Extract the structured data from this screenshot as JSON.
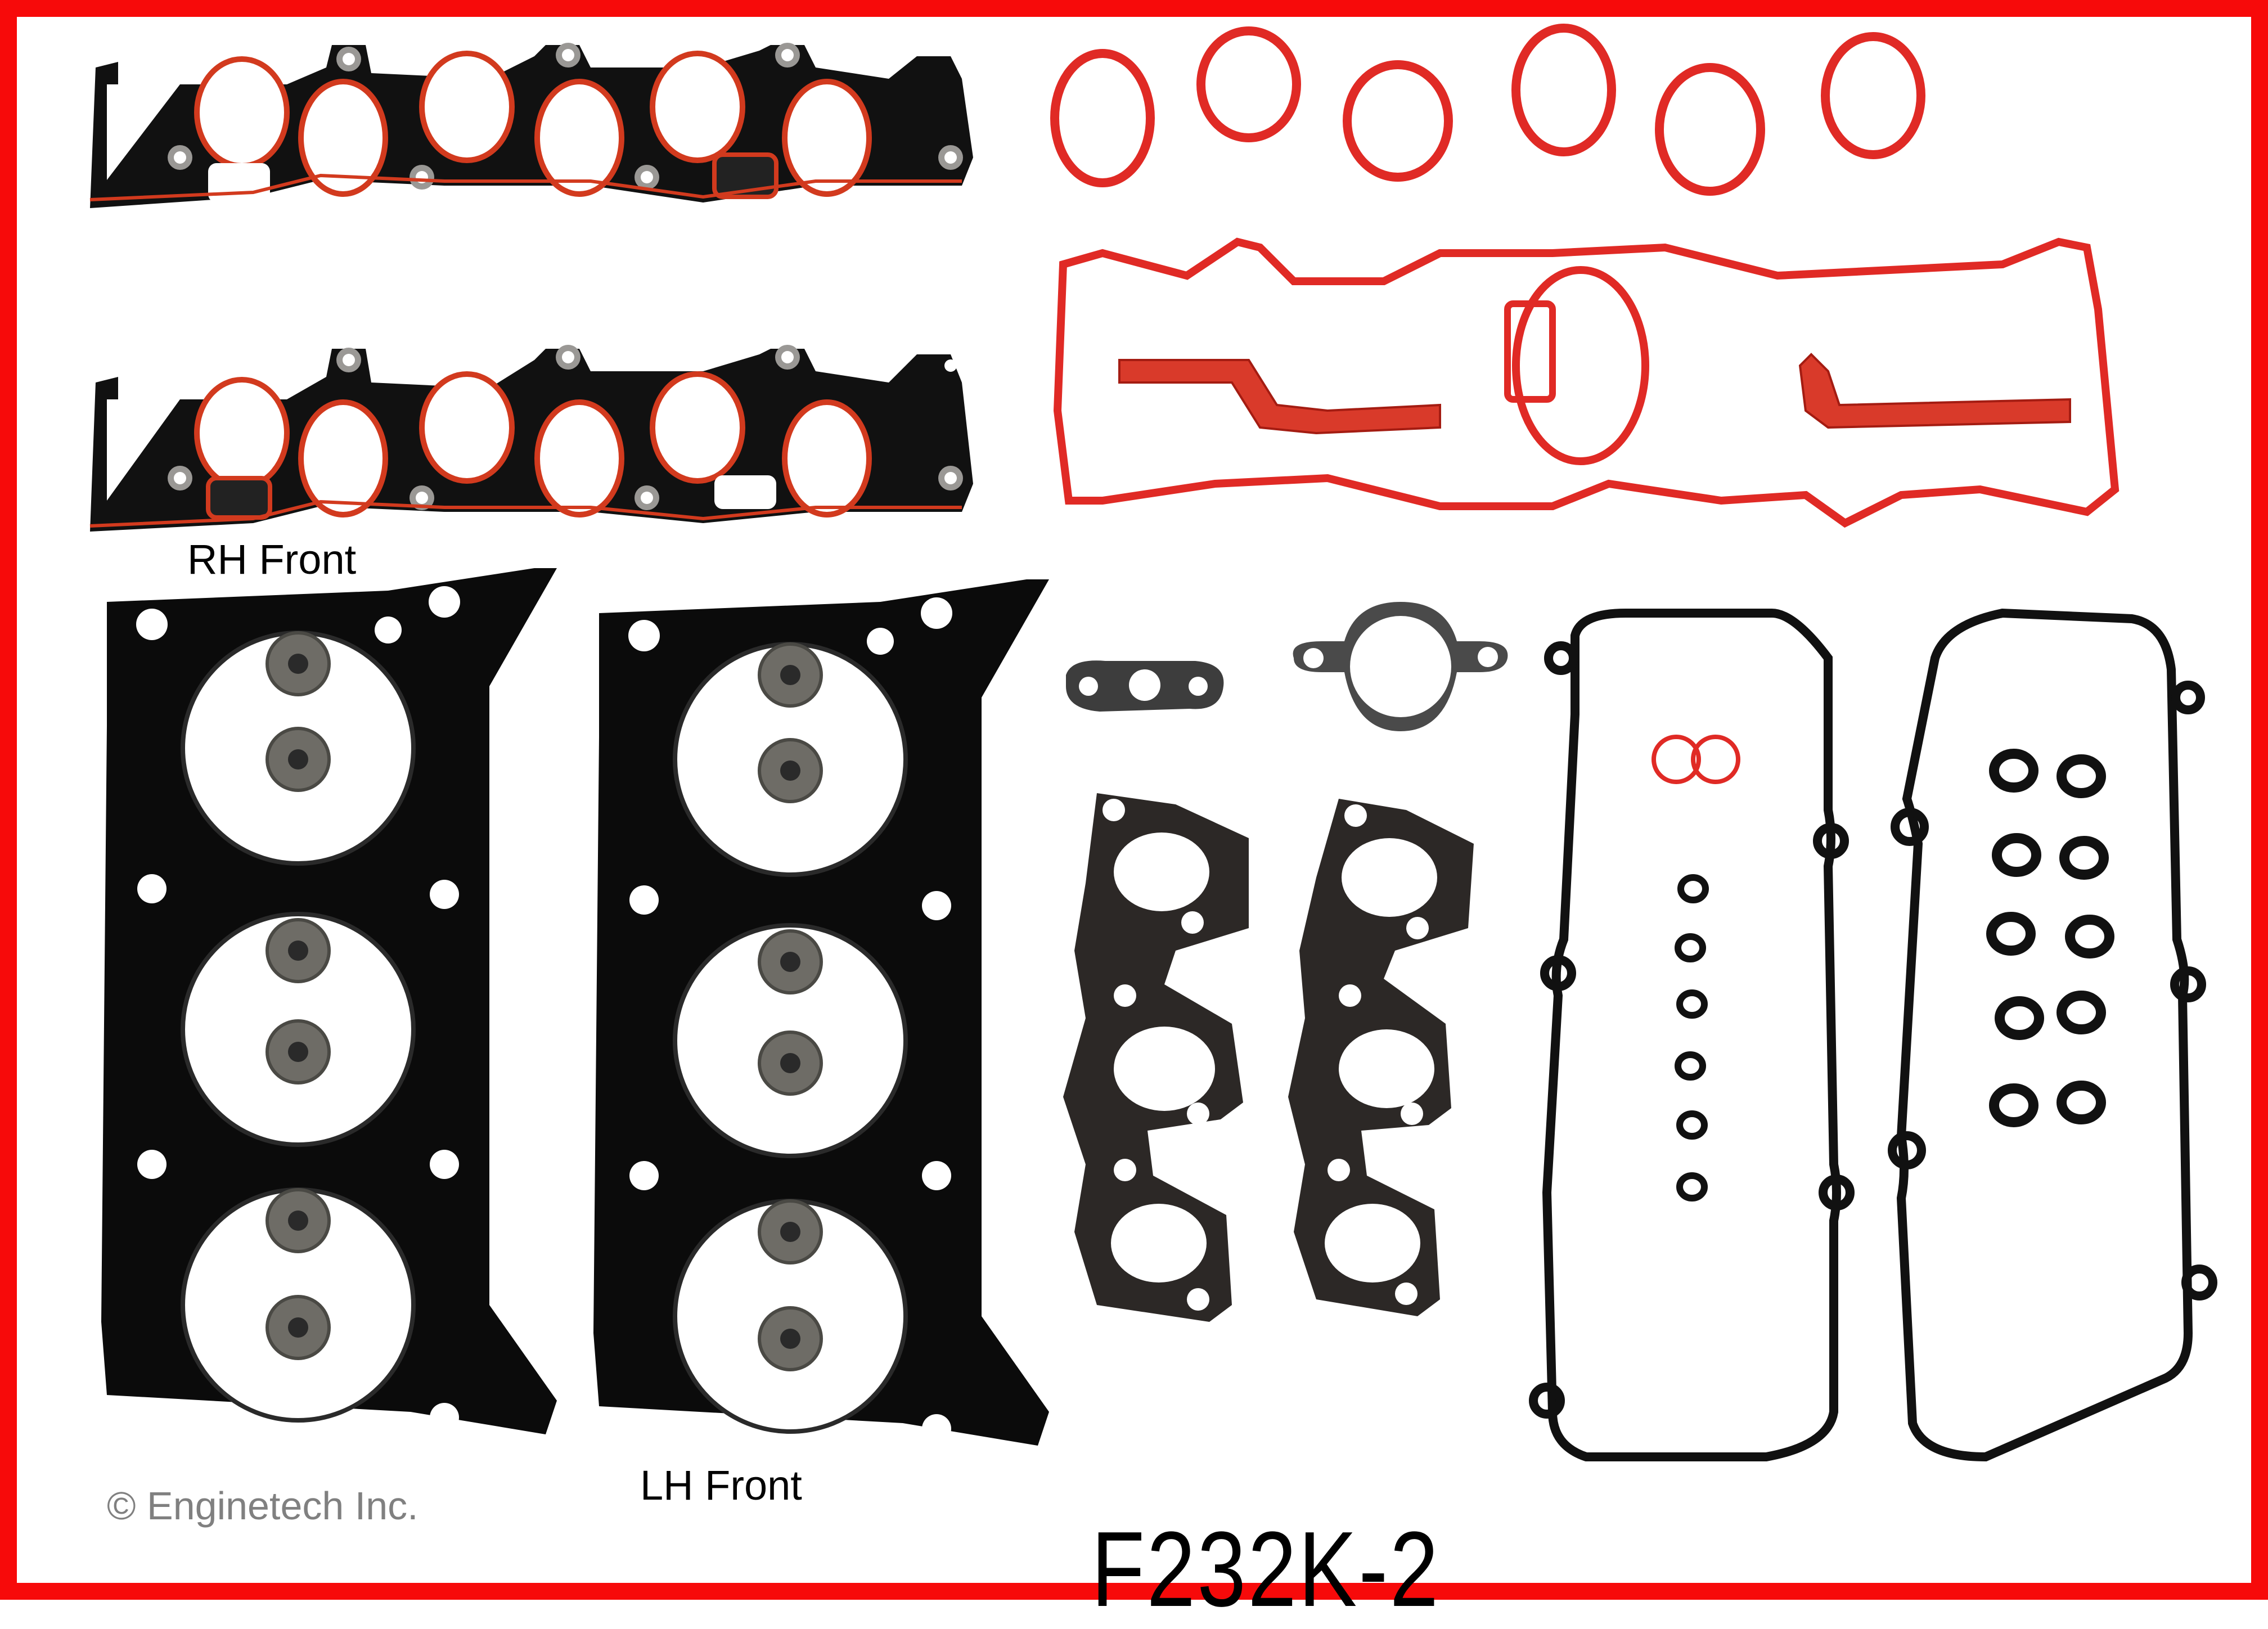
{
  "image": {
    "kind": "gasket kit product photo",
    "border_color": "#f70a0a",
    "background": "#ffffff"
  },
  "labels": {
    "rh_front": "RH Front",
    "lh_front": "LH Front",
    "copyright": "© Enginetech Inc.",
    "part_number": "F232K-2"
  },
  "parts": [
    {
      "name": "intake-manifold-gasket",
      "count": 2,
      "color": "#111111",
      "seal_color": "#d23a1e"
    },
    {
      "name": "intake-port-ring-seal",
      "count": 6,
      "color": "#e02a25"
    },
    {
      "name": "plenum-gasket",
      "count": 1,
      "color": "#e02a25"
    },
    {
      "name": "plenum-side-seal",
      "count": 2,
      "color": "#e02a25"
    },
    {
      "name": "throttle-body-seal",
      "count": 1,
      "color": "#e02a25"
    },
    {
      "name": "cylinder-head-gasket",
      "count": 2,
      "color": "#0b0b0b",
      "sides": [
        "RH Front",
        "LH Front"
      ]
    },
    {
      "name": "valve-stem-seal",
      "count": 12,
      "color": "#6e6c66"
    },
    {
      "name": "egr-tube-gasket",
      "count": 1,
      "color": "#3d3d3d"
    },
    {
      "name": "thermostat-gasket",
      "count": 1,
      "color": "#4a4a4a"
    },
    {
      "name": "exhaust-manifold-gasket",
      "count": 2,
      "color": "#2c2826"
    },
    {
      "name": "valve-cover-gasket",
      "count": 2,
      "color": "#111111"
    },
    {
      "name": "spark-plug-tube-seal",
      "count": 16,
      "color": "#111111"
    },
    {
      "name": "figure-eight-o-ring",
      "count": 1,
      "color": "#e02a25"
    }
  ]
}
